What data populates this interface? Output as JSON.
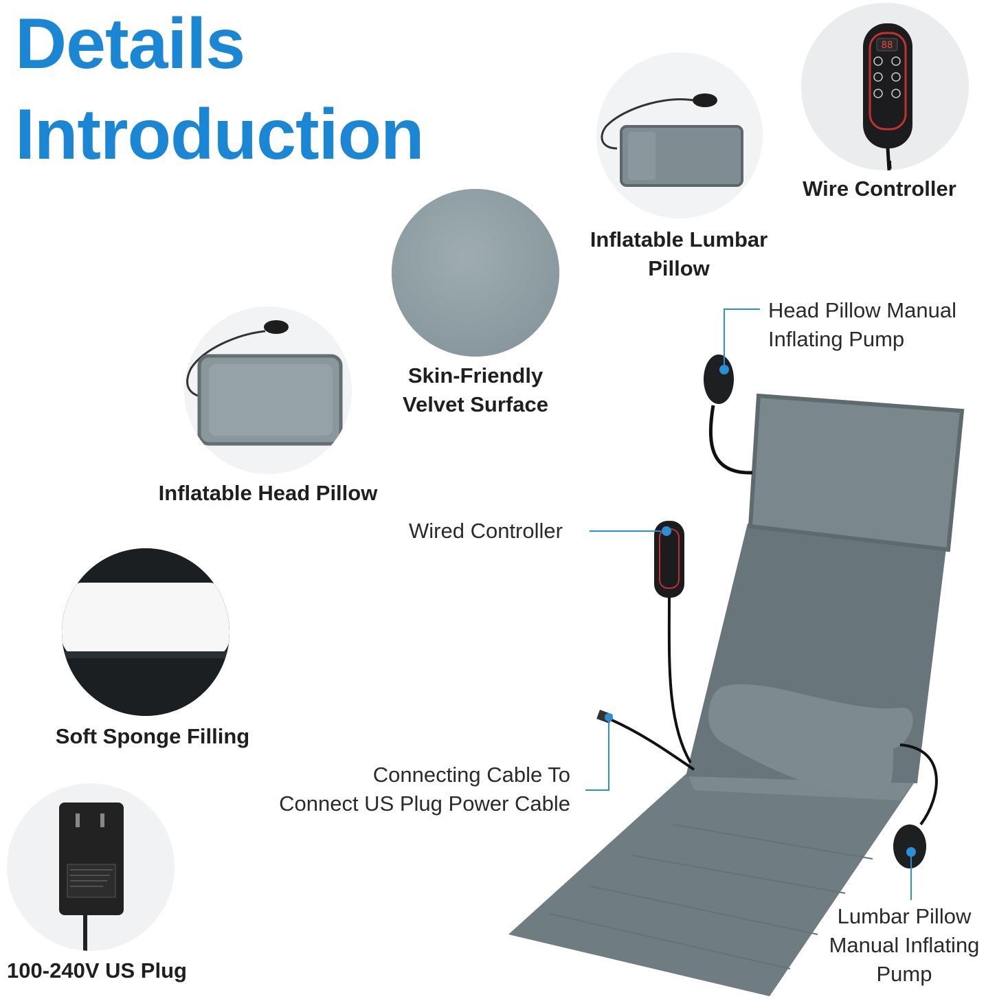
{
  "title": {
    "line1": "Details",
    "line2": "Introduction"
  },
  "features": {
    "wire_controller": "Wire Controller",
    "lumbar_pillow": [
      "Inflatable Lumbar",
      "Pillow"
    ],
    "velvet_surface": [
      "Skin-Friendly",
      "Velvet Surface"
    ],
    "head_pillow": "Inflatable Head Pillow",
    "sponge_filling": "Soft Sponge Filling",
    "us_plug": "100-240V US Plug"
  },
  "callouts": {
    "head_pump": [
      "Head Pillow Manual",
      "Inflating Pump"
    ],
    "wired_controller": "Wired Controller",
    "connecting_cable": [
      "Connecting Cable To",
      "Connect US Plug Power Cable"
    ],
    "lumbar_pump": [
      "Lumbar Pillow",
      "Manual Inflating",
      "Pump"
    ]
  },
  "controller_display": "88",
  "colors": {
    "title_blue": "#1a86d4",
    "accent_blue": "#2c8fd6",
    "mat_gray": "#6e7b80",
    "circle_bg": "#f0f1f2"
  }
}
